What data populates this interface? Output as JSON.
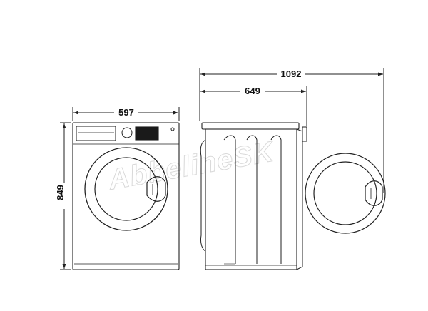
{
  "dimensions": {
    "front_width": "597",
    "height": "849",
    "side_depth": "649",
    "total_depth_door_open": "1092"
  },
  "watermark": {
    "text": "AbbelineSK"
  },
  "colors": {
    "line": "#222222",
    "background": "#ffffff",
    "watermark": "#d9d9d9"
  }
}
